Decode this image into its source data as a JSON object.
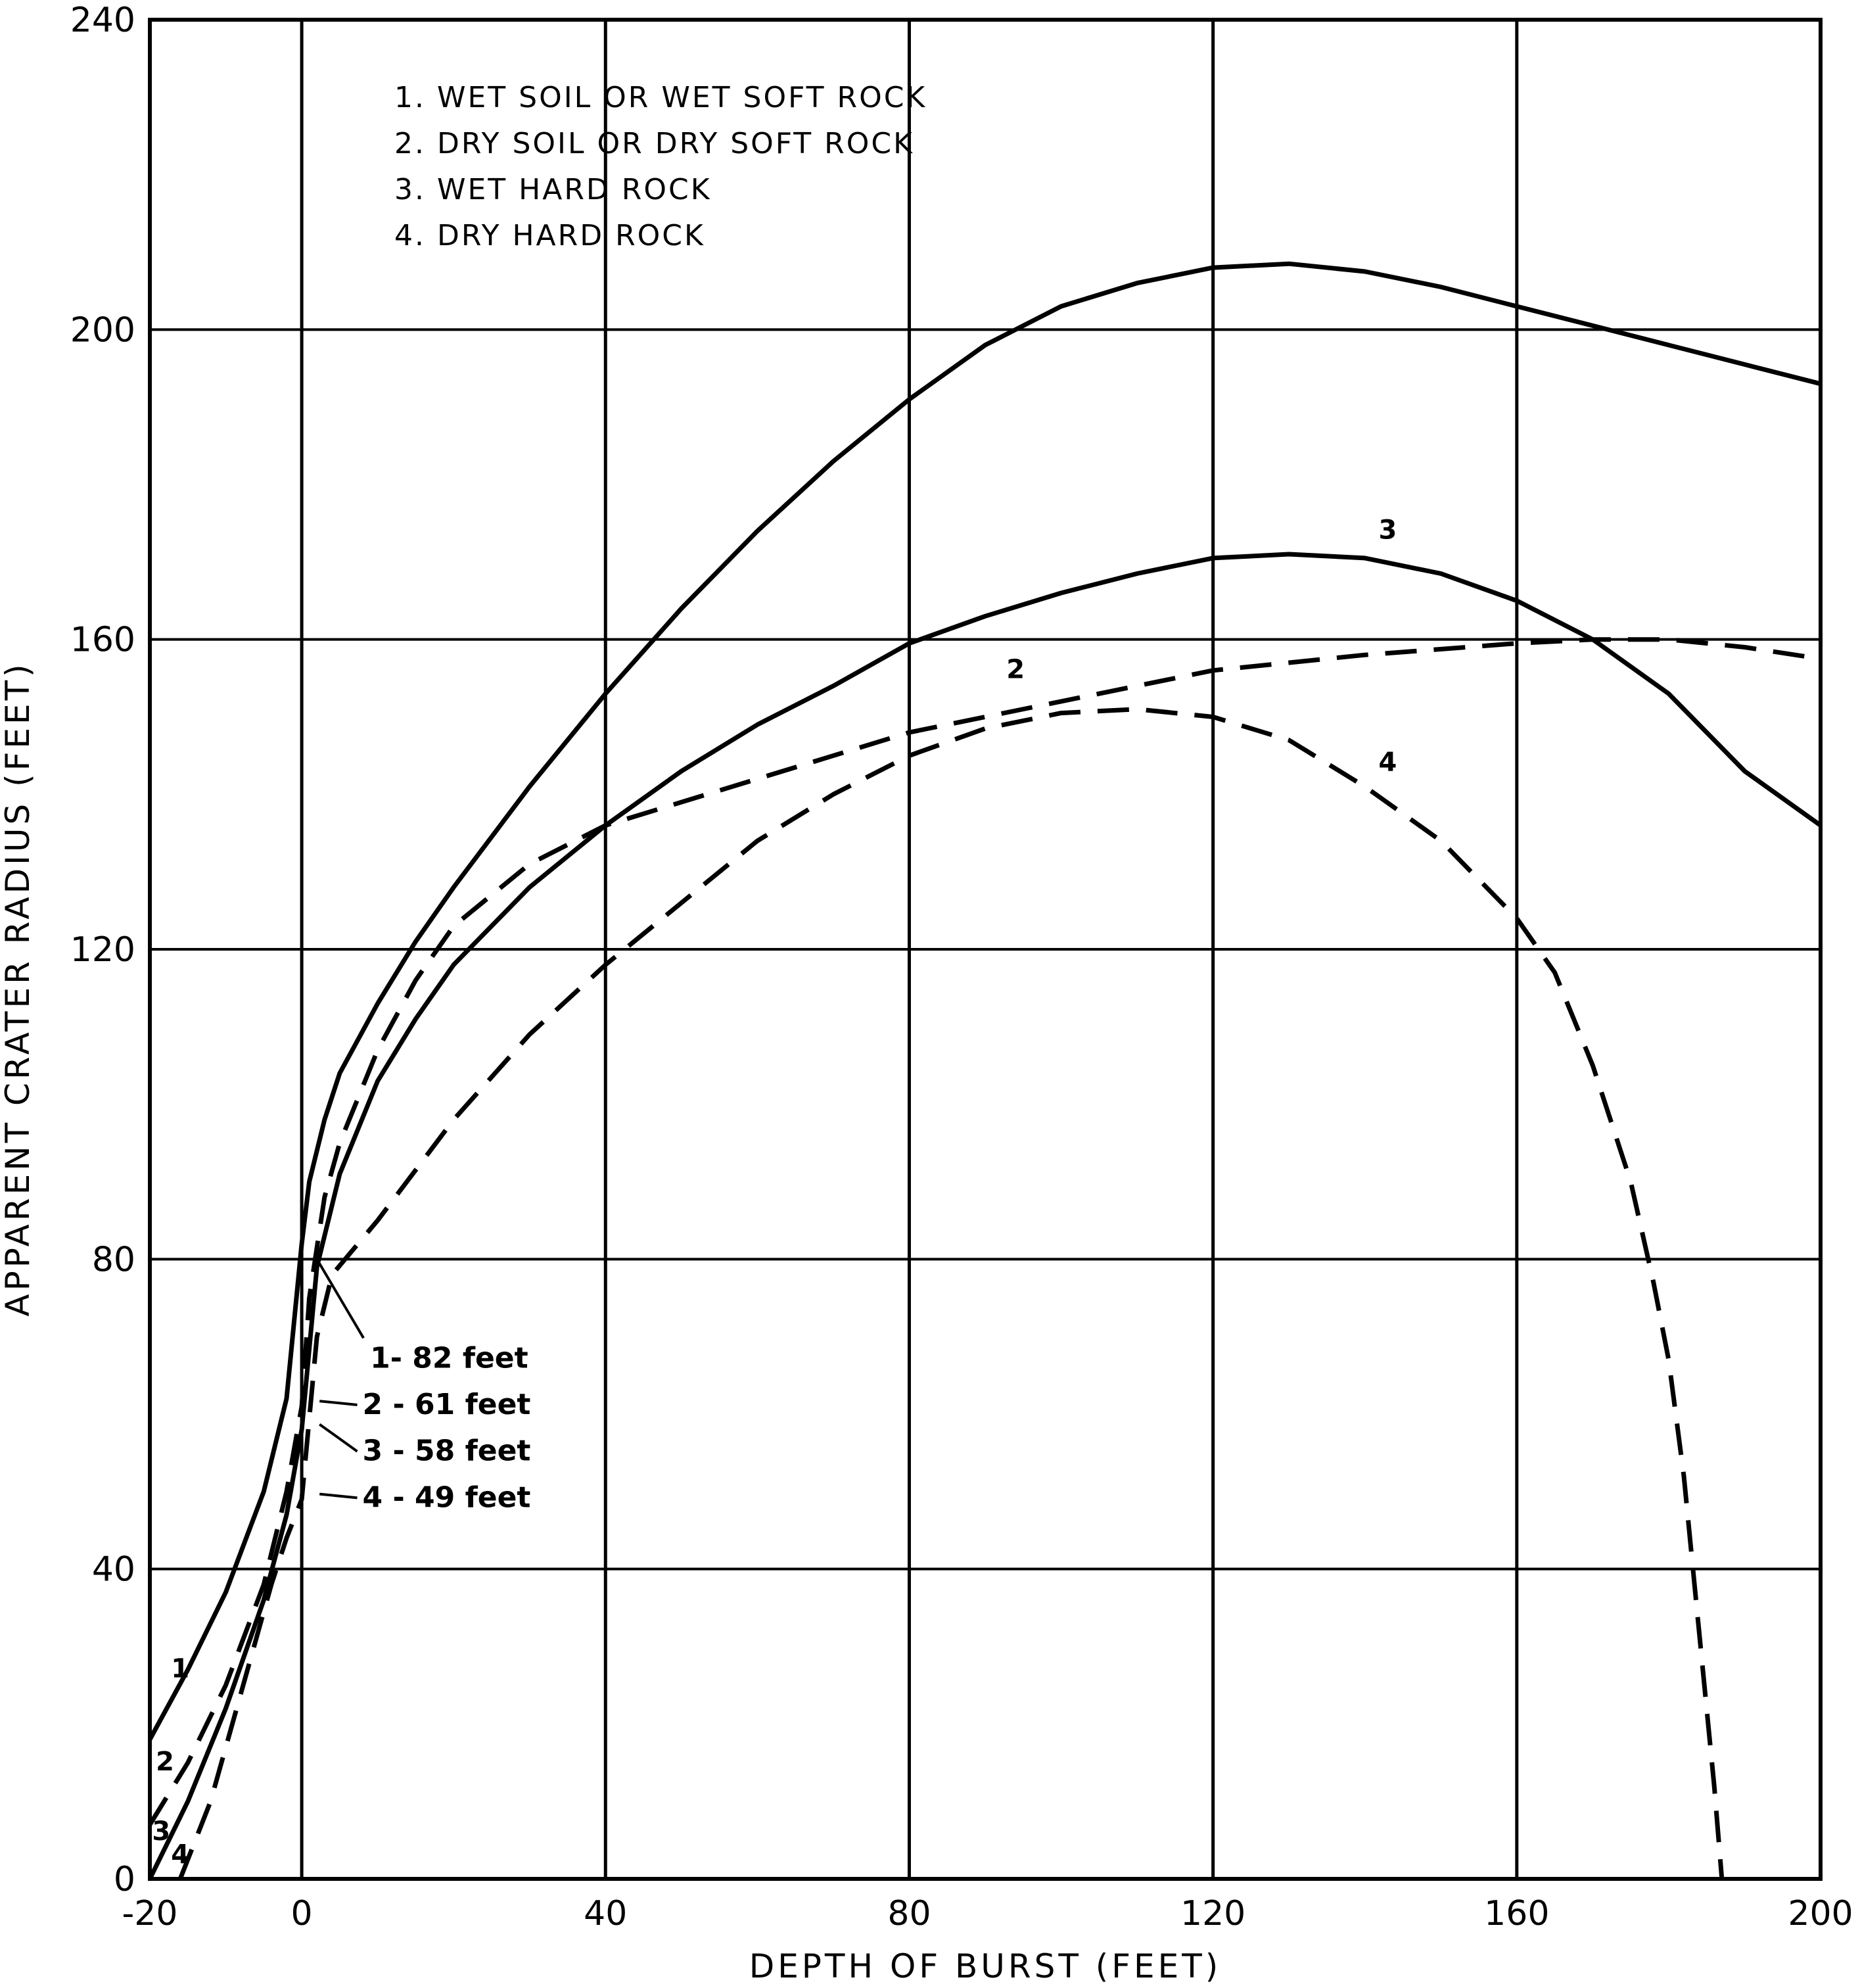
{
  "chart_data": {
    "type": "line",
    "xlabel": "DEPTH OF BURST (FEET)",
    "ylabel": "APPARENT CRATER RADIUS (FEET)",
    "xlim": [
      -20,
      200
    ],
    "ylim": [
      0,
      240
    ],
    "x_ticks": [
      -20,
      0,
      40,
      80,
      120,
      160,
      200
    ],
    "x_tick_labels": [
      "-20",
      "0",
      "40",
      "80",
      "120",
      "160",
      "200"
    ],
    "y_ticks": [
      0,
      40,
      80,
      120,
      160,
      200,
      240
    ],
    "y_tick_labels": [
      "0",
      "40",
      "80",
      "120",
      "160",
      "200",
      "240"
    ],
    "grid": true,
    "legend": {
      "placement": "top-left",
      "entries": [
        "1. WET SOIL OR WET SOFT ROCK",
        "2. DRY SOIL OR DRY SOFT ROCK",
        "3. WET HARD ROCK",
        "4. DRY HARD ROCK"
      ]
    },
    "series": [
      {
        "name": "1",
        "style": "solid",
        "x": [
          -20,
          -15,
          -10,
          -5,
          -2,
          0,
          1,
          3,
          5,
          10,
          15,
          20,
          30,
          40,
          50,
          60,
          70,
          80,
          90,
          100,
          110,
          120,
          130,
          140,
          150,
          160,
          170,
          180,
          190,
          200
        ],
        "y": [
          18,
          27,
          37,
          50,
          62,
          82,
          90,
          98,
          104,
          113,
          121,
          128,
          141,
          153,
          164,
          174,
          183,
          191,
          198,
          203,
          206,
          208,
          208.5,
          207.5,
          205.5,
          203,
          200.5,
          198,
          195.5,
          193
        ]
      },
      {
        "name": "2",
        "style": "dashed",
        "x": [
          -20,
          -15,
          -10,
          -5,
          -2,
          0,
          1,
          3,
          5,
          10,
          15,
          20,
          30,
          40,
          60,
          80,
          100,
          120,
          140,
          160,
          170,
          180,
          190,
          200
        ],
        "y": [
          7,
          15,
          25,
          38,
          50,
          61,
          75,
          88,
          95,
          107,
          116,
          123,
          131,
          136,
          142,
          148,
          152,
          156,
          158,
          159.5,
          160,
          160,
          159,
          157.5
        ]
      },
      {
        "name": "3",
        "style": "solid",
        "x": [
          -20,
          -15,
          -10,
          -5,
          -2,
          0,
          2,
          5,
          10,
          15,
          20,
          30,
          40,
          50,
          60,
          70,
          80,
          90,
          100,
          110,
          120,
          130,
          140,
          150,
          160,
          170,
          180,
          190,
          200
        ],
        "y": [
          0,
          10,
          22,
          36,
          47,
          58,
          79,
          91,
          103,
          111,
          118,
          128,
          136,
          143,
          149,
          154,
          159.5,
          163,
          166,
          168.5,
          170.5,
          171,
          170.5,
          168.5,
          165,
          160,
          153,
          143,
          136
        ]
      },
      {
        "name": "4",
        "style": "dashed",
        "x": [
          -16,
          -12,
          -8,
          -4,
          -2,
          0,
          2,
          4,
          10,
          20,
          30,
          40,
          50,
          60,
          70,
          80,
          90,
          100,
          110,
          120,
          130,
          140,
          150,
          160,
          165,
          170,
          175,
          178,
          180,
          182,
          184,
          186,
          187
        ],
        "y": [
          0,
          10,
          24,
          38,
          44,
          49,
          70,
          78,
          85,
          98,
          109,
          118,
          126,
          134,
          140,
          145,
          148.5,
          150.5,
          151,
          150,
          147,
          141,
          134,
          124,
          117,
          105,
          90,
          77,
          67,
          52,
          32,
          12,
          0
        ]
      }
    ],
    "curve_labels": [
      {
        "text": "1",
        "x": -16,
        "y": 26
      },
      {
        "text": "2",
        "x": -18,
        "y": 14
      },
      {
        "text": "3",
        "x": -18.5,
        "y": 5
      },
      {
        "text": "4",
        "x": -16,
        "y": 2
      },
      {
        "text": "3",
        "x": 143,
        "y": 173
      },
      {
        "text": "2",
        "x": 94,
        "y": 155
      },
      {
        "text": "4",
        "x": 143,
        "y": 143
      }
    ],
    "annotations": [
      {
        "text": "1- 82 feet",
        "x": 9,
        "y": 66,
        "to": [
          2,
          80
        ]
      },
      {
        "text": "2 - 61 feet",
        "x": 8,
        "y": 60,
        "to": [
          2,
          61
        ]
      },
      {
        "text": "3 - 58 feet",
        "x": 8,
        "y": 54,
        "to": [
          2,
          58
        ]
      },
      {
        "text": "4 - 49 feet",
        "x": 8,
        "y": 48,
        "to": [
          2,
          49
        ]
      }
    ]
  }
}
